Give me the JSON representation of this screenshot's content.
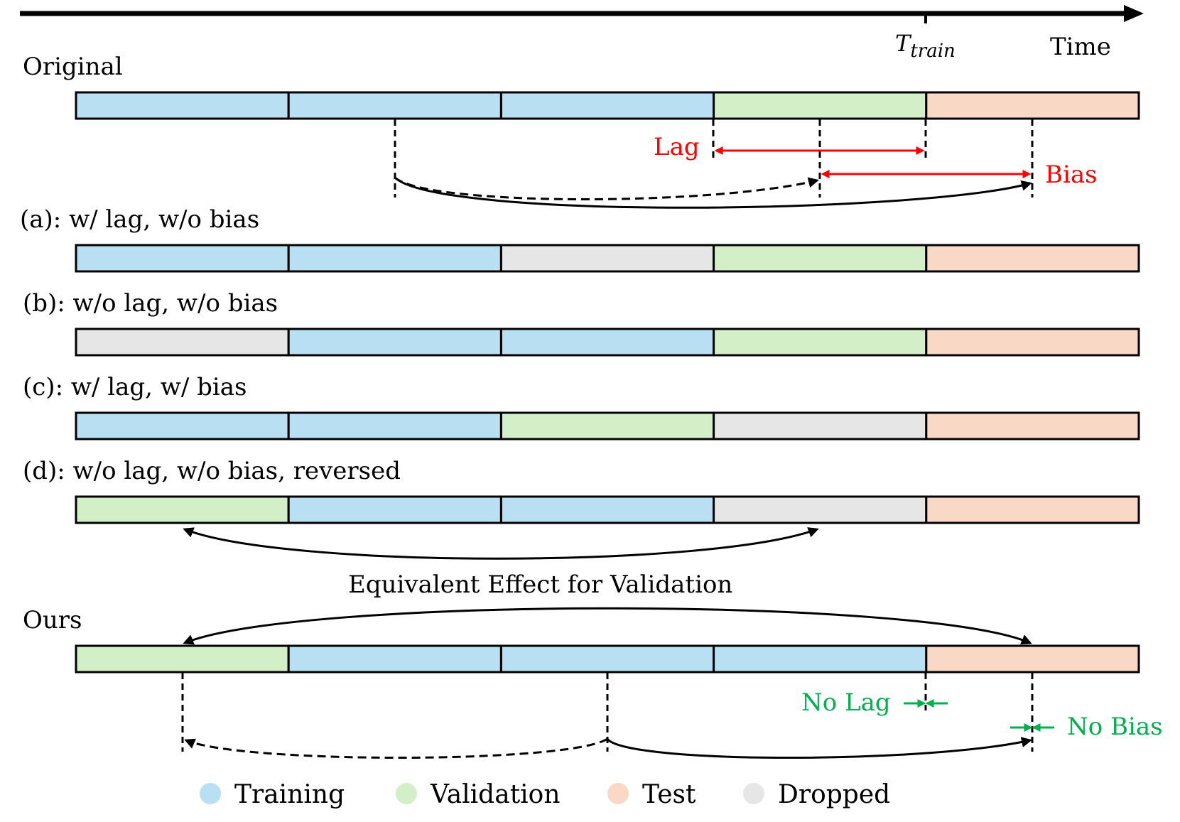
{
  "axis": {
    "time_label": "Time",
    "t_train_base": "T",
    "t_train_sub": "train"
  },
  "colors": {
    "training": "#b8dff2",
    "validation": "#d3efc8",
    "test": "#f9d8c6",
    "dropped": "#e6e6e6",
    "red": "#ff0000",
    "green": "#00b050"
  },
  "rows": [
    {
      "id": "original",
      "label": "Original",
      "segments": [
        "training",
        "training",
        "training",
        "validation",
        "test"
      ]
    },
    {
      "id": "a",
      "label": "(a): w/ lag, w/o bias",
      "segments": [
        "training",
        "training",
        "dropped",
        "validation",
        "test"
      ]
    },
    {
      "id": "b",
      "label": "(b): w/o lag, w/o bias",
      "segments": [
        "dropped",
        "training",
        "training",
        "validation",
        "test"
      ]
    },
    {
      "id": "c",
      "label": "(c): w/ lag, w/ bias",
      "segments": [
        "training",
        "training",
        "validation",
        "dropped",
        "test"
      ]
    },
    {
      "id": "d",
      "label": "(d): w/o lag, w/o bias, reversed",
      "segments": [
        "validation",
        "training",
        "training",
        "dropped",
        "test"
      ]
    },
    {
      "id": "ours",
      "label": "Ours",
      "segments": [
        "validation",
        "training",
        "training",
        "training",
        "test"
      ]
    }
  ],
  "annotations": {
    "lag": "Lag",
    "bias": "Bias",
    "equivalent": "Equivalent Effect for Validation",
    "no_lag": "No Lag",
    "no_bias": "No Bias"
  },
  "legend": [
    {
      "name": "Training",
      "color": "#b8dff2"
    },
    {
      "name": "Validation",
      "color": "#d3efc8"
    },
    {
      "name": "Test",
      "color": "#f9d8c6"
    },
    {
      "name": "Dropped",
      "color": "#e6e6e6"
    }
  ]
}
